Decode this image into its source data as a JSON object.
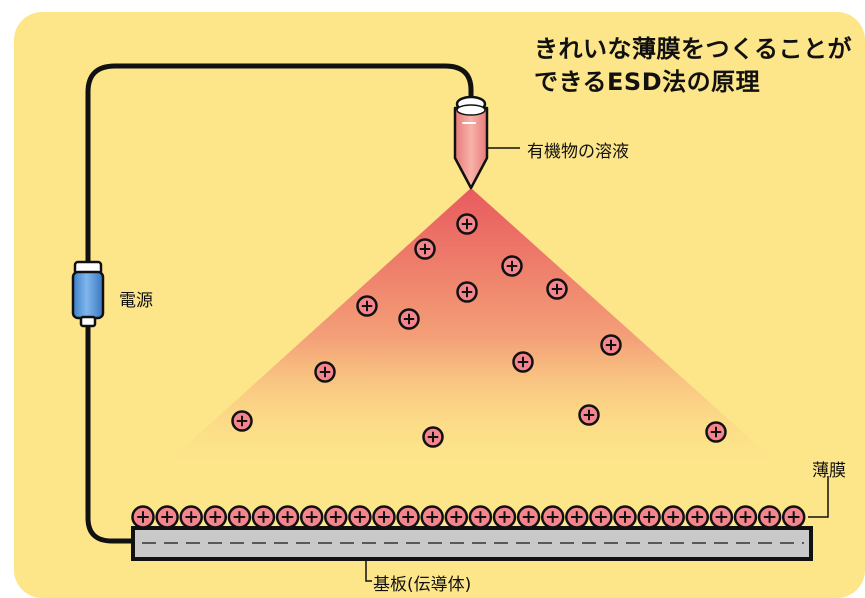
{
  "title": {
    "line1": "きれいな薄膜をつくることが",
    "line2": "できるESD法の原理"
  },
  "labels": {
    "solution": "有機物の溶液",
    "power_supply": "電源",
    "thin_film": "薄膜",
    "substrate": "基板(伝導体)"
  },
  "particle_symbol": "⊕",
  "colors": {
    "background": "#fde58a",
    "wire": "#111111",
    "spray_top": "#e8585e",
    "spray_bottom": "#fde58a",
    "particle_fill": "#f4858c",
    "battery": "#4a8fd6",
    "substrate": "#c9c9c9"
  }
}
